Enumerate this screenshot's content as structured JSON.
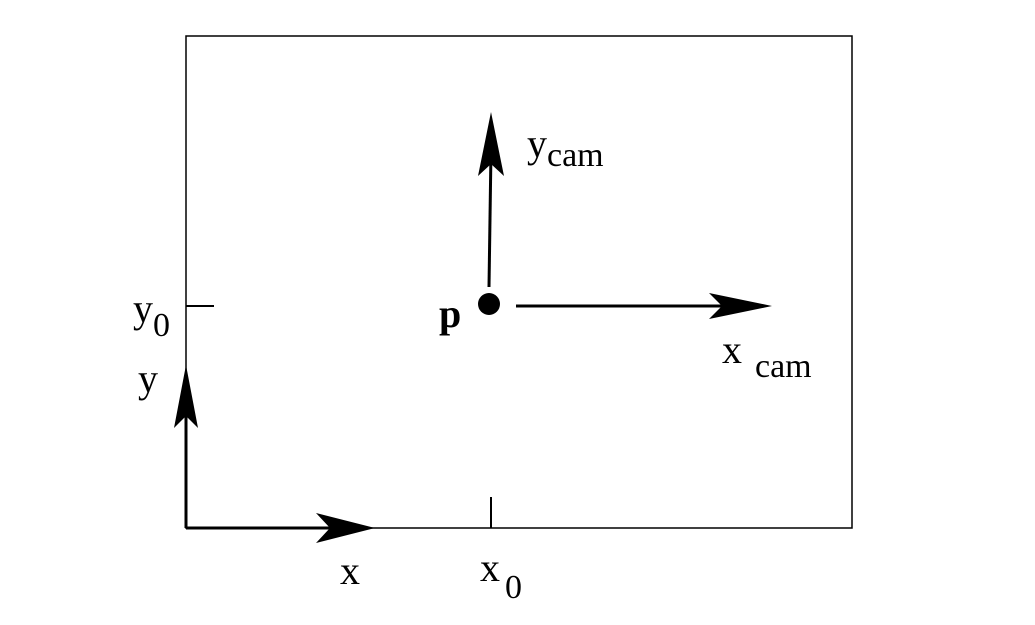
{
  "labels": {
    "y_cam": {
      "base": "y",
      "sub": "cam"
    },
    "x_cam": {
      "base": "x",
      "sub": "cam"
    },
    "y0": {
      "base": "y",
      "sub": "0"
    },
    "x0": {
      "base": "x",
      "sub": "0"
    },
    "y": "y",
    "x": "x",
    "p": "p"
  },
  "colors": {
    "stroke": "#000000",
    "background": "#ffffff"
  }
}
